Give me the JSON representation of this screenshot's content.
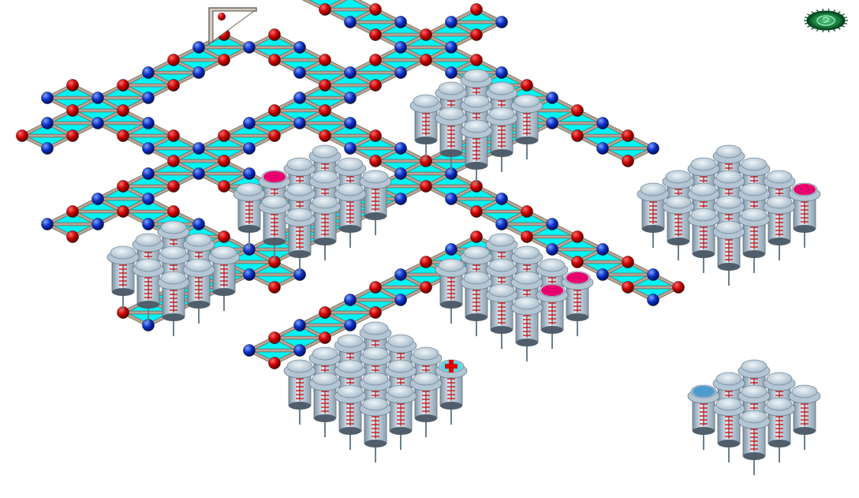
{
  "game": {
    "board_style": "isometric molecular lattice puzzle",
    "colors": {
      "background": "#ffffff",
      "tile": "#00f4f4",
      "tile_edge": "#2a9fb0",
      "bond": "#b5a696",
      "atom_red": "#c80000",
      "atom_blue": "#0a2fc4",
      "syringe_body": "#c9d9e6",
      "syringe_cap": "#dfe9f1",
      "syringe_mark": "#c40000",
      "target_pink": "#e8006e",
      "target_blue": "#4e9bd0",
      "plus_mark": "#e00000"
    },
    "icons": {
      "top_left": "corner-selector-icon",
      "top_right": "green-virus-icon",
      "special_plus": "red-cross-icon",
      "special_blue": "blue-target-icon"
    },
    "syringe_clusters": [
      {
        "id": "top-center",
        "targets": []
      },
      {
        "id": "mid-left",
        "targets": [
          "pink"
        ]
      },
      {
        "id": "far-left",
        "targets": []
      },
      {
        "id": "center",
        "targets": [
          "pink",
          "pink"
        ]
      },
      {
        "id": "right",
        "targets": [
          "pink"
        ]
      },
      {
        "id": "bottom-center",
        "targets": [
          "plus"
        ]
      },
      {
        "id": "bottom-right",
        "targets": [
          "blue"
        ]
      }
    ]
  }
}
